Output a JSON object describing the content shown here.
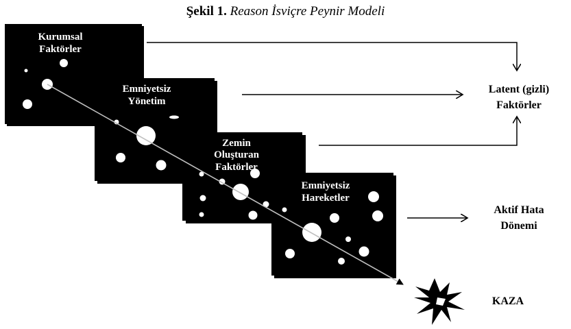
{
  "caption": {
    "number": "Şekil 1.",
    "title": "Reason İsviçre Peynir Modeli"
  },
  "slices": [
    {
      "line1": "Kurumsal",
      "line2": "Faktörler"
    },
    {
      "line1": "Emniyetsiz",
      "line2": "Yönetim"
    },
    {
      "line1": "Zemin",
      "line2": "Oluşturan",
      "line3": "Faktörler"
    },
    {
      "line1": "Emniyetsiz",
      "line2": "Hareketler"
    }
  ],
  "labels": {
    "latent_line1": "Latent (gizli)",
    "latent_line2": "Faktörler",
    "active_line1": "Aktif Hata",
    "active_line2": "Dönemi",
    "accident": "KAZA"
  },
  "colors": {
    "slice": "#000000",
    "hole": "#ffffff",
    "arrow": "#000000"
  },
  "icons": {
    "accident": "crash-burst-icon"
  }
}
